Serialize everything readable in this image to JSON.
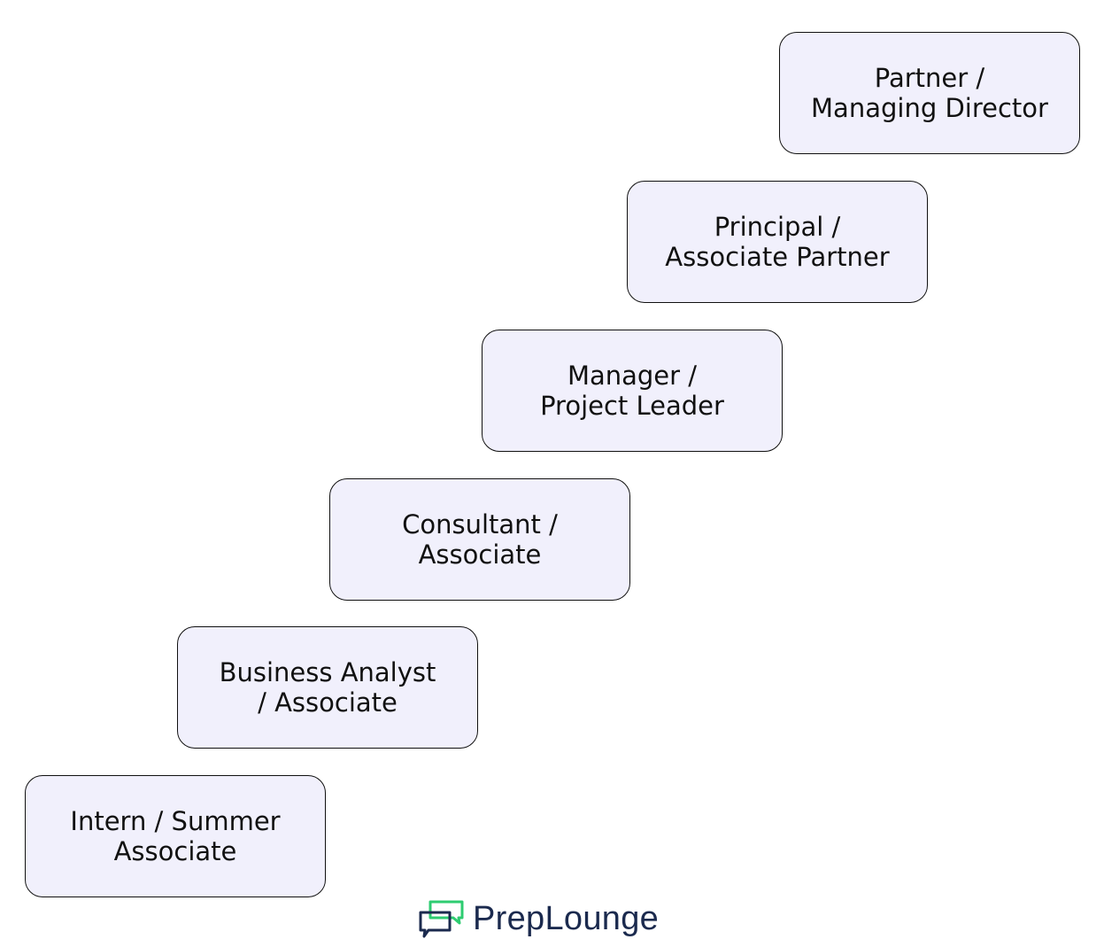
{
  "steps": [
    {
      "label": "Intern / Summer\nAssociate"
    },
    {
      "label": "Business Analyst\n/ Associate"
    },
    {
      "label": "Consultant /\nAssociate"
    },
    {
      "label": "Manager /\nProject Leader"
    },
    {
      "label": "Principal /\nAssociate Partner"
    },
    {
      "label": "Partner /\nManaging Director"
    }
  ],
  "logo": {
    "text": "PrepLounge",
    "colors": {
      "primary": "#1b2a4e",
      "accent": "#2ecc71"
    }
  }
}
